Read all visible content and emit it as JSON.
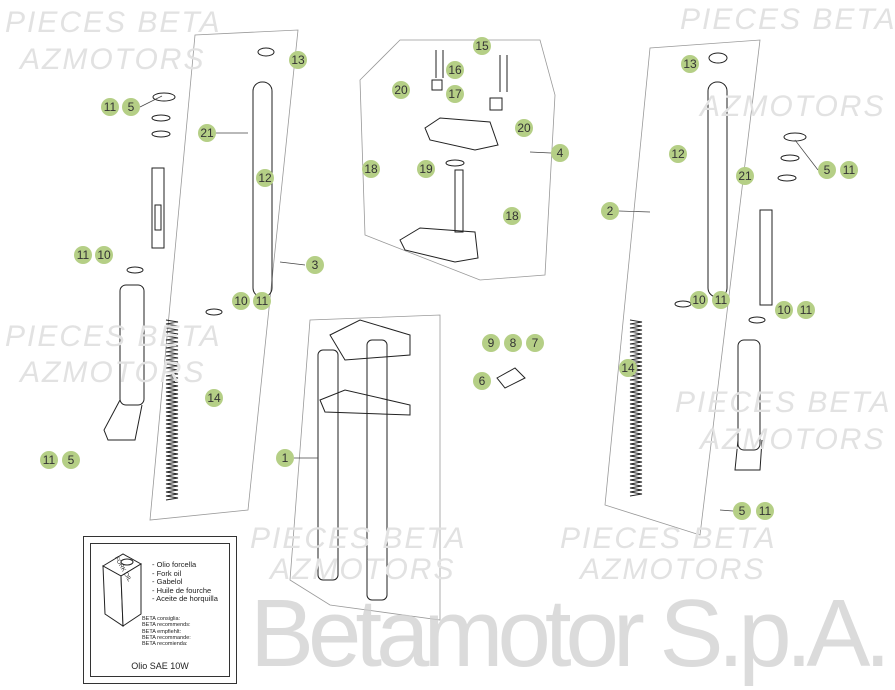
{
  "watermarks": {
    "brand_line1": "PIECES BETA",
    "brand_line2": "AZMOTORS",
    "company": "Betamotor S.p.A."
  },
  "callouts": [
    "11",
    "5",
    "21",
    "12",
    "13",
    "3",
    "11",
    "10",
    "10",
    "11",
    "14",
    "11",
    "5",
    "15",
    "16",
    "17",
    "20",
    "20",
    "4",
    "18",
    "19",
    "18",
    "9",
    "8",
    "7",
    "6",
    "1",
    "13",
    "12",
    "21",
    "5",
    "11",
    "2",
    "10",
    "11",
    "10",
    "11",
    "14",
    "5",
    "11"
  ],
  "oil_box": {
    "can_label": "FORK OIL",
    "languages": [
      "- Olio forcella",
      "- Fork oil",
      "- Gabelol",
      "- Huile de fourche",
      "- Aceite de horquilla"
    ],
    "recommendations": [
      "BETA consiglia:",
      "BETA recommends:",
      "BETA empfiehlt:",
      "BETA recommande:",
      "BETA recomienda:"
    ],
    "grade": "Olio SAE 10W"
  },
  "colors": {
    "callout": "#b5cf86",
    "line": "#222222"
  }
}
